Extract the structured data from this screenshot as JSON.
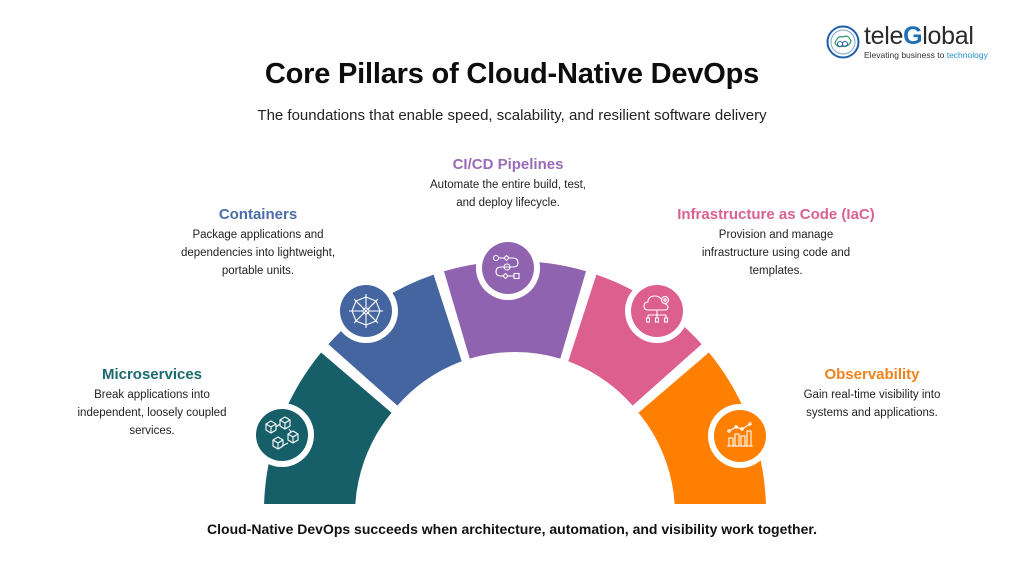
{
  "logo": {
    "name_prefix": "tele",
    "name_highlight": "G",
    "name_suffix": "lobal",
    "tagline_prefix": "Elevating business to ",
    "tagline_highlight": "technology"
  },
  "header": {
    "title": "Core Pillars of Cloud-Native DevOps",
    "subtitle": "The foundations that enable speed, scalability, and resilient software delivery"
  },
  "pillars": [
    {
      "title": "Microservices",
      "description": "Break applications into independent, loosely coupled services.",
      "color": "#175f68",
      "title_color": "#1d6a6f",
      "icon": "connected-cubes-icon"
    },
    {
      "title": "Containers",
      "description": "Package applications and dependencies into lightweight, portable units.",
      "color": "#44659f",
      "title_color": "#4a6ea9",
      "icon": "ship-wheel-icon"
    },
    {
      "title": "CI/CD Pipelines",
      "description": "Automate the entire build, test, and deploy lifecycle.",
      "color": "#9063b1",
      "title_color": "#9b6bb7",
      "icon": "pipeline-flow-icon"
    },
    {
      "title": "Infrastructure as Code (IaC)",
      "description": "Provision and manage infrastructure using code and templates.",
      "color": "#dc5f8e",
      "title_color": "#d9628f",
      "icon": "cloud-gear-network-icon"
    },
    {
      "title": "Observability",
      "description": "Gain real-time visibility into systems and applications.",
      "color": "#ff7f00",
      "title_color": "#f0821b",
      "icon": "chart-analytics-icon"
    }
  ],
  "footer": {
    "text": "Cloud-Native DevOps succeeds when architecture, automation, and visibility work together."
  }
}
